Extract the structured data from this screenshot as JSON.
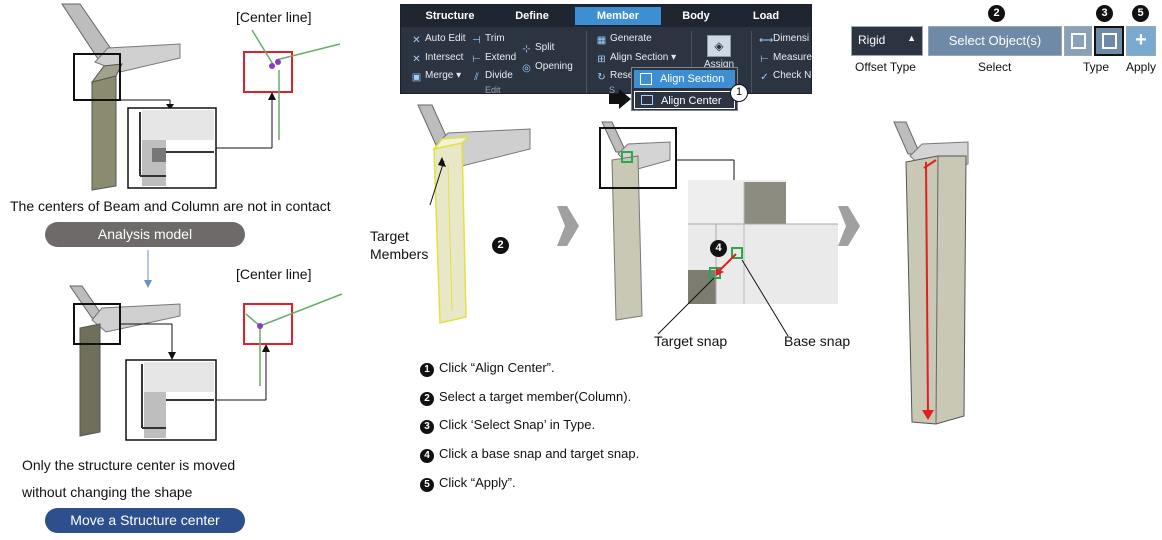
{
  "ribbon": {
    "tabs": [
      "Structure",
      "Define",
      "Member",
      "Body",
      "Load"
    ],
    "edit_items": [
      "Auto Edit",
      "Trim",
      "Intersect",
      "Extend",
      "Merge ▾",
      "Divide",
      "Split",
      "Opening"
    ],
    "edit_group": "Edit",
    "generate": "Generate",
    "align_section": "Align Section ▾",
    "reset_partial": "Rese",
    "section_group_partial": "S",
    "assign_partial": "Assign",
    "dimension_partial": "Dimensi",
    "measure_partial": "Measure",
    "check_partial": "Check N",
    "dropdown": [
      "Align Section",
      "Align Center"
    ],
    "callout_number": "1"
  },
  "toolbar": {
    "offset_value": "Rigid",
    "offset_label": "Offset Type",
    "select_button": "Select Object(s)",
    "select_label": "Select",
    "type_label": "Type",
    "apply_label": "Apply",
    "apply_icon": "+",
    "badges": [
      "2",
      "3",
      "5"
    ]
  },
  "left": {
    "center_line_top": "[Center line]",
    "caption_top": "The centers of Beam and Column are not in contact",
    "pill_top": "Analysis model",
    "center_line_bottom": "[Center line]",
    "caption_bottom_1": "Only the structure center is moved",
    "caption_bottom_2": "without changing the shape",
    "pill_bottom": "Move a Structure center"
  },
  "middle": {
    "target_members_1": "Target",
    "target_members_2": "Members",
    "badge_2": "2",
    "badge_4": "4",
    "target_snap": "Target snap",
    "base_snap": "Base snap"
  },
  "steps": [
    {
      "num": "1",
      "text": "Click “Align Center”."
    },
    {
      "num": "2",
      "text": "Select a target member(Column)."
    },
    {
      "num": "3",
      "text": "Click ‘Select Snap’ in Type."
    },
    {
      "num": "4",
      "text": "Click a base snap and target snap."
    },
    {
      "num": "5",
      "text": "Click “Apply”."
    }
  ],
  "colors": {
    "ribbon_bg": "#2c3442",
    "accent_blue": "#3d8fd1",
    "pill_gray": "#6e6a6a",
    "pill_blue": "#2d4f8e",
    "red_box": "#e0202a",
    "yellow_select": "#e3e040",
    "snap_green": "#2aa84a",
    "arrow_red": "#e02020"
  }
}
